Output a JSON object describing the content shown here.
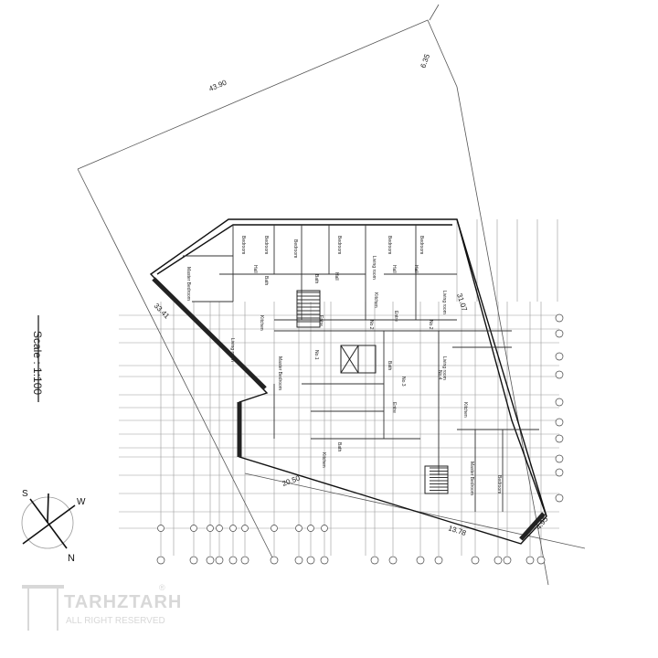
{
  "drawing": {
    "scale_label": "Scale : 1:100",
    "compass": {
      "north": "N",
      "south": "S",
      "west": "W"
    },
    "dimensions": [
      "43.90",
      "6.35",
      "31.07",
      "33.41",
      "20.50",
      "13.78",
      "4.95"
    ],
    "rooms": [
      "Bedroom",
      "Bedroom",
      "Bedroom",
      "Bedroom",
      "Bedroom",
      "Bedroom",
      "Master Bedroom",
      "Master Bedroom",
      "Master Bedroom",
      "Living room",
      "Living room",
      "Living room",
      "Living room",
      "Kitchen",
      "Kitchen",
      "Kitchen",
      "Kitchen",
      "Hall",
      "Hall",
      "Hall",
      "Hall",
      "Bath",
      "Bath",
      "Bath",
      "Bath",
      "Entre",
      "Entre",
      "Entre",
      "No.1",
      "No.2",
      "No.2",
      "No.3",
      "No.4",
      "Bedroom"
    ]
  },
  "watermark": {
    "brand": "TARHZTARH",
    "rights": "ALL RIGHT RESERVED",
    "registered": "®"
  }
}
